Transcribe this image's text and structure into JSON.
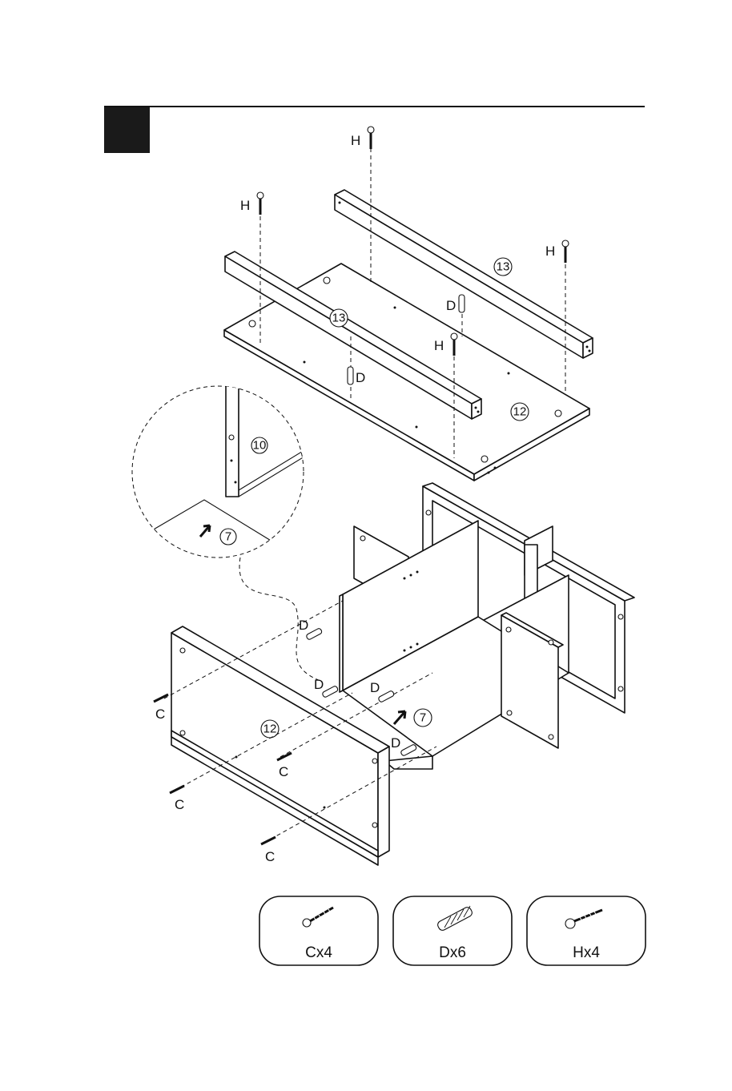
{
  "step": {
    "number": ""
  },
  "colors": {
    "ink": "#111111",
    "background": "#ffffff",
    "step_box": "#1a1a1a"
  },
  "labels": {
    "screw_h": "H",
    "dowel_d": "D",
    "screw_c": "C"
  },
  "parts": {
    "top_panel": "12",
    "rail_front": "13",
    "rail_back": "13",
    "divider_detail": "10",
    "shelf_detail": "7",
    "shelf_main": "7",
    "back_panel": "12"
  },
  "hardware": [
    {
      "code": "C",
      "caption": "Cx4",
      "icon": "wood-screw-icon"
    },
    {
      "code": "D",
      "caption": "Dx6",
      "icon": "wooden-dowel-icon"
    },
    {
      "code": "H",
      "caption": "Hx4",
      "icon": "cam-screw-icon"
    }
  ]
}
